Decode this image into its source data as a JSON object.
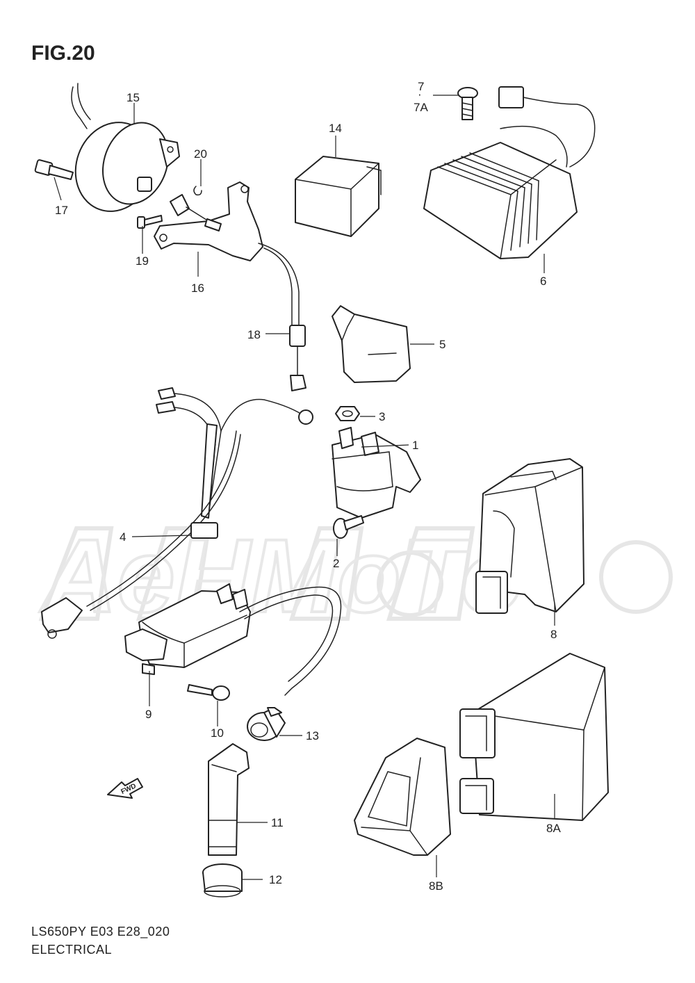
{
  "figure_title": "FIG.20",
  "footer": {
    "model_code": "LS650PY E03 E28_020",
    "section_name": "ELECTRICAL"
  },
  "fwd_label": "FWD",
  "watermark": "AeHMoTo",
  "callouts": {
    "c15": "15",
    "c14": "14",
    "c7": "7",
    "c7a": "7A",
    "c20": "20",
    "c17": "17",
    "c19": "19",
    "c16": "16",
    "c6": "6",
    "c18": "18",
    "c5": "5",
    "c3": "3",
    "c1": "1",
    "c4": "4",
    "c2": "2",
    "c8": "8",
    "c9": "9",
    "c10": "10",
    "c13": "13",
    "c11": "11",
    "c8a": "8A",
    "c12": "12",
    "c8b": "8B"
  }
}
